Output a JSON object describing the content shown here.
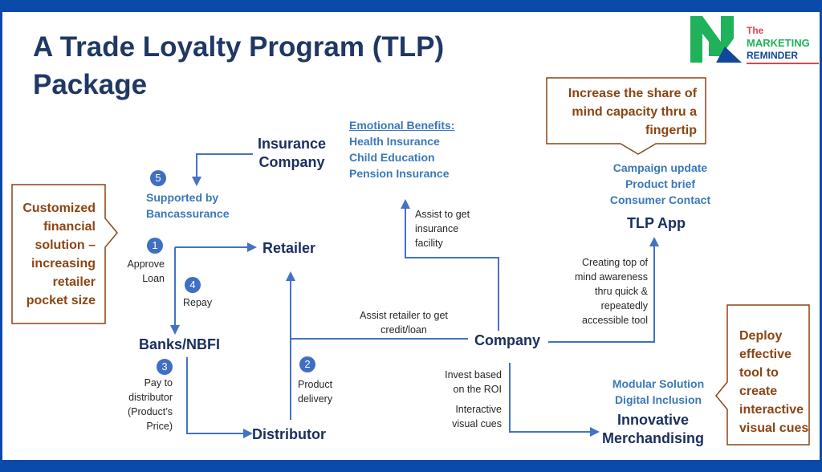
{
  "title": {
    "line1": "A Trade Loyalty Program (TLP)",
    "line2": "Package"
  },
  "logo": {
    "icon": "m-logo-icon",
    "the": "The",
    "marketing": "MARKETING",
    "reminder": "REMINDER",
    "colors": {
      "green": "#1fb25a",
      "blue": "#12479a",
      "red": "#e0454a"
    }
  },
  "nodes": {
    "insurance_company": [
      "Insurance",
      "Company"
    ],
    "retailer": "Retailer",
    "banks": "Banks/NBFI",
    "distributor": "Distributor",
    "company": "Company",
    "tlp_app": "TLP App",
    "innovative": [
      "Innovative",
      "Merchandising"
    ]
  },
  "blue_labels": {
    "bancassurance": [
      "Supported by",
      "Bancassurance"
    ],
    "emotional_heading": "Emotional Benefits:",
    "emotional_items": [
      "Health Insurance",
      "Child Education",
      "Pension Insurance"
    ],
    "app_features": [
      "Campaign update",
      "Product brief",
      "Consumer Contact"
    ],
    "merch_features": [
      "Modular Solution",
      "Digital Inclusion"
    ]
  },
  "steps": [
    {
      "num": "1",
      "label": [
        "Approve",
        "Loan"
      ]
    },
    {
      "num": "2",
      "label": [
        "Product",
        "delivery"
      ]
    },
    {
      "num": "3",
      "label": [
        "Pay to",
        "distributor",
        "(Product’s",
        "Price)"
      ]
    },
    {
      "num": "4",
      "label": [
        "Repay"
      ]
    },
    {
      "num": "5",
      "label": []
    }
  ],
  "edge_labels": {
    "insurance_facility": [
      "Assist to get",
      "insurance",
      "facility"
    ],
    "credit_loan": [
      "Assist retailer to get",
      "credit/loan"
    ],
    "top_of_mind": [
      "Creating top of",
      "mind awareness",
      "thru quick &",
      "repeatedly",
      "accessible tool"
    ],
    "invest": [
      "Invest based",
      "on the ROI"
    ],
    "interactive": [
      "Interactive",
      "visual cues"
    ]
  },
  "callouts": {
    "financial": [
      "Customized",
      "financial",
      "solution –",
      "increasing",
      "retailer",
      "pocket size"
    ],
    "mind_share": [
      "Increase the share of",
      "mind capacity thru a",
      "fingertip"
    ],
    "deploy": [
      "Deploy",
      "effective",
      "tool to",
      "create",
      "interactive",
      "visual cues"
    ]
  },
  "colors": {
    "frame": "#0a4aa8",
    "title": "#1f3864",
    "node": "#1a2e5f",
    "accent_blue": "#3a78b8",
    "line": "#4472c4",
    "callout_brown": "#8b4513",
    "badge": "#3f6fc2"
  }
}
